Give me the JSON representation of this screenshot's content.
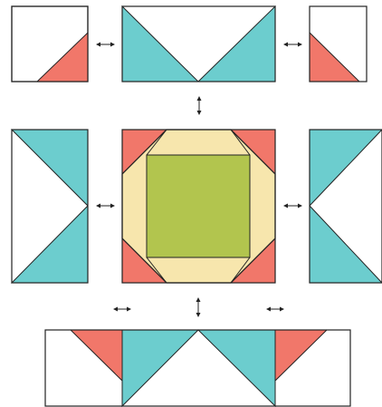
{
  "colors": {
    "background": "#ffffff",
    "outline": "#222222",
    "teal": "#6ccdce",
    "salmon": "#f1776a",
    "cream": "#f7e6ad",
    "green": "#b2c54e"
  },
  "pieces": [
    {
      "name": "piece-top-left",
      "fill": "salmon"
    },
    {
      "name": "piece-top-center",
      "fill": "teal"
    },
    {
      "name": "piece-top-right",
      "fill": "salmon"
    },
    {
      "name": "piece-middle-left",
      "fill": "teal"
    },
    {
      "name": "piece-center-block",
      "fill": "green"
    },
    {
      "name": "piece-middle-right",
      "fill": "teal"
    },
    {
      "name": "piece-bottom-strip",
      "fill": "teal"
    }
  ],
  "arrows": [
    {
      "name": "arrow-top-left",
      "direction": "horizontal"
    },
    {
      "name": "arrow-top-right",
      "direction": "horizontal"
    },
    {
      "name": "arrow-top-down",
      "direction": "vertical"
    },
    {
      "name": "arrow-middle-left",
      "direction": "horizontal"
    },
    {
      "name": "arrow-middle-right",
      "direction": "horizontal"
    },
    {
      "name": "arrow-bottom-left",
      "direction": "horizontal"
    },
    {
      "name": "arrow-bottom-center",
      "direction": "vertical"
    },
    {
      "name": "arrow-bottom-right",
      "direction": "horizontal"
    }
  ]
}
